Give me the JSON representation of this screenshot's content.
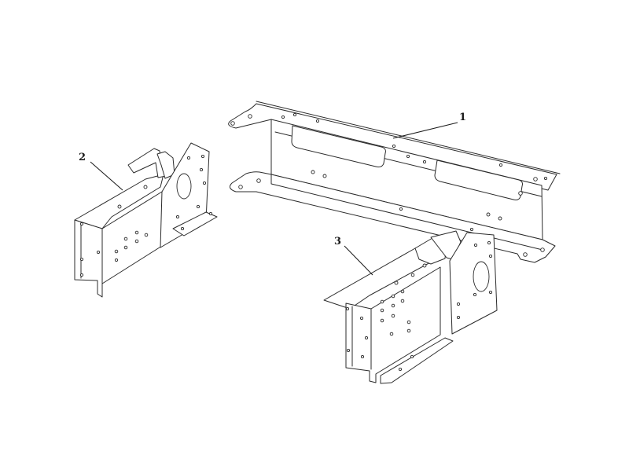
{
  "callouts": [
    {
      "id": "1",
      "label": "1"
    },
    {
      "id": "2",
      "label": "2"
    },
    {
      "id": "3",
      "label": "3"
    }
  ],
  "colors": {
    "line": "#2b2b2b",
    "background": "#ffffff"
  }
}
